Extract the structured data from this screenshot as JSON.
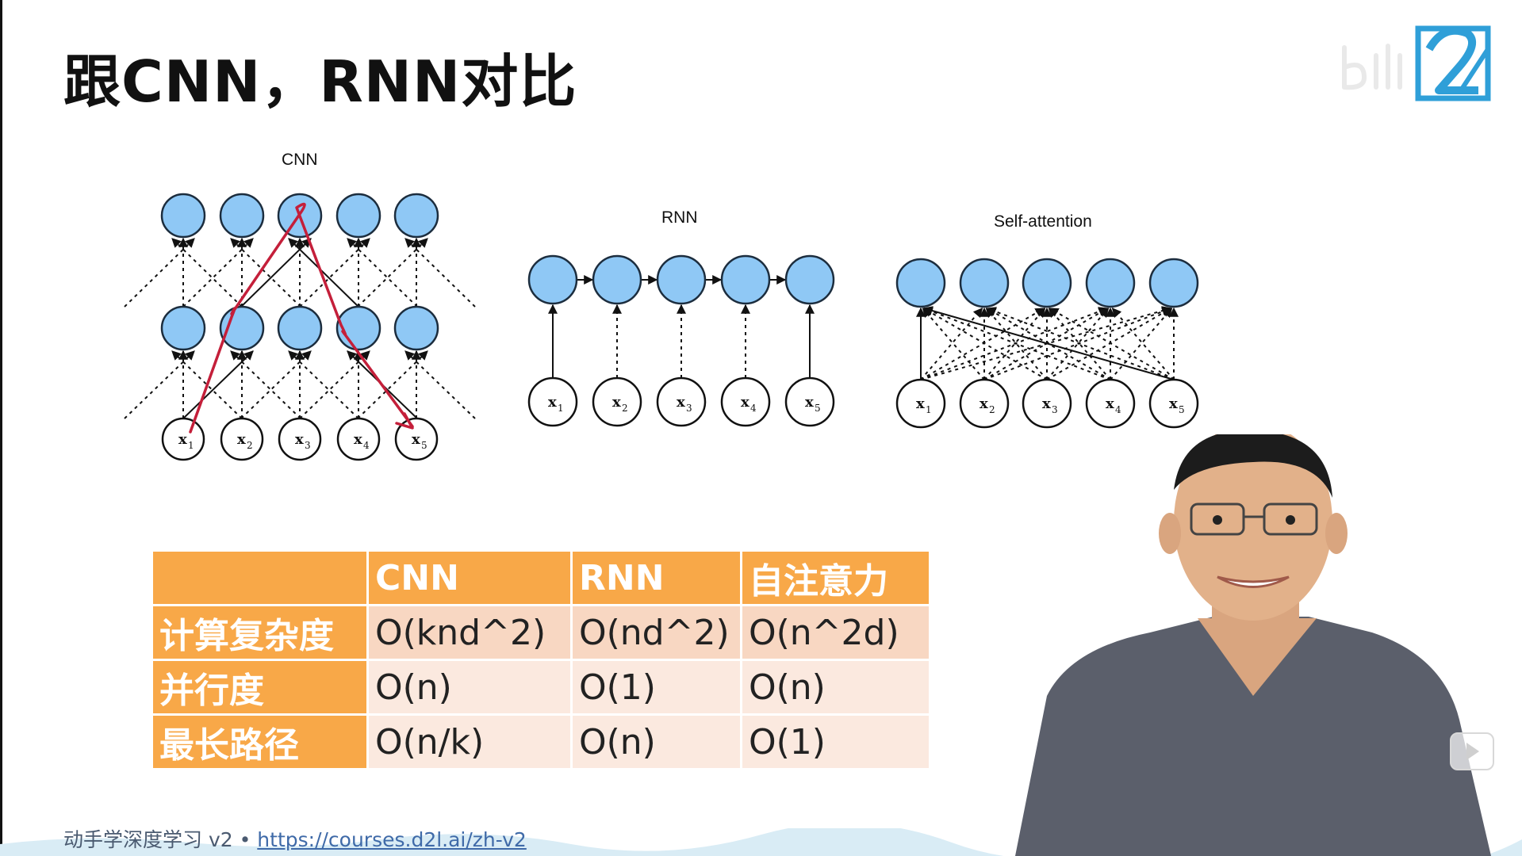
{
  "slide": {
    "title": "跟CNN，RNN对比"
  },
  "diagrams": {
    "cnn_label": "CNN",
    "rnn_label": "RNN",
    "attention_label": "Self-attention",
    "input_base": "x",
    "input_indices": [
      "1",
      "2",
      "3",
      "4",
      "5"
    ]
  },
  "table": {
    "headers": [
      "",
      "CNN",
      "RNN",
      "自注意力"
    ],
    "rows": [
      {
        "label": "计算复杂度",
        "cnn": "O(knd^2)",
        "rnn": "O(nd^2)",
        "attention": "O(n^2d)"
      },
      {
        "label": "并行度",
        "cnn": "O(n)",
        "rnn": "O(1)",
        "attention": "O(n)"
      },
      {
        "label": "最长路径",
        "cnn": "O(n/k)",
        "rnn": "O(n)",
        "attention": "O(1)"
      }
    ]
  },
  "footer": {
    "course": "动手学深度学习 v2 • ",
    "link": "https://courses.d2l.ai/zh-v2"
  },
  "colors": {
    "node_fill": "#8fc8f5",
    "node_stroke": "#1c2d3e",
    "table_header": "#f8a848",
    "table_row_dark": "#f8d7c2",
    "table_row_light": "#fbe9df",
    "annotation": "#c41f3a"
  },
  "icons": [
    "d2l-logo-icon",
    "play-button-icon"
  ]
}
